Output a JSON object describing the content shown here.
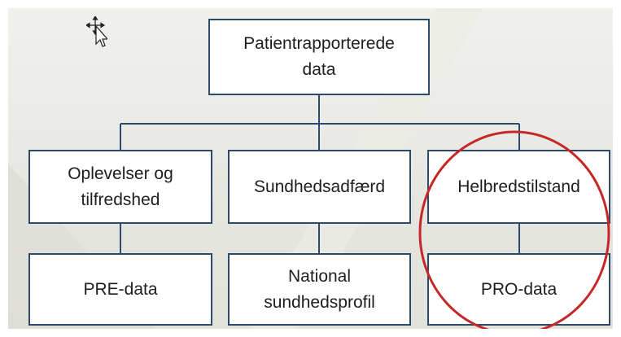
{
  "nodes": {
    "root": "Patientrapporterede\ndata",
    "exp": "Oplevelser og\ntilfredshed",
    "behav": "Sundhedsadfærd",
    "health": "Helbredstilstand",
    "pre": "PRE-data",
    "natl": "National\nsundhedsprofil",
    "pro": "PRO-data"
  },
  "colors": {
    "box_border": "#2d4a6b",
    "highlight_circle": "#c62828",
    "background": "#e8e8e3"
  },
  "icons": {
    "cursor": "move-cursor-icon"
  }
}
